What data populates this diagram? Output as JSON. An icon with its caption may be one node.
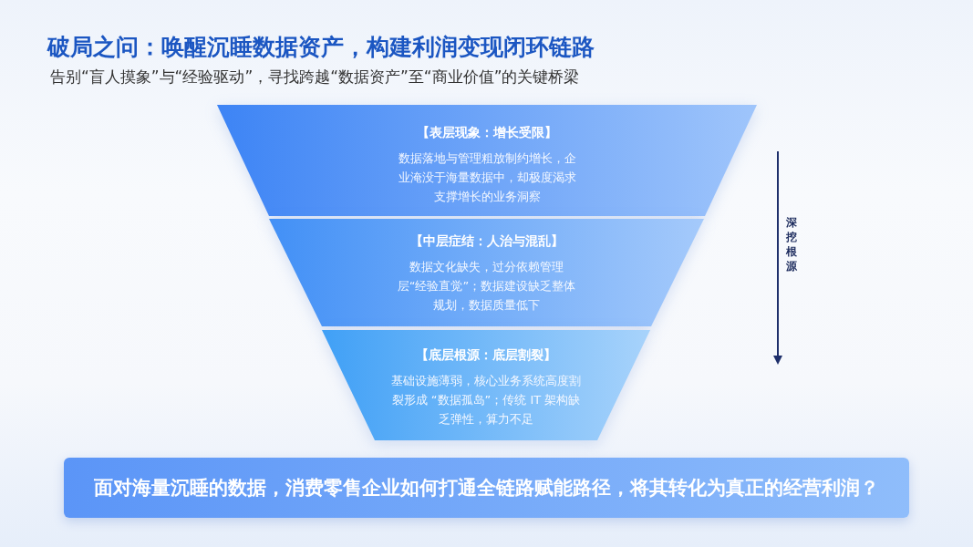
{
  "diagram": {
    "title": "破局之问：唤醒沉睡数据资产，构建利润变现闭环链路",
    "nodes": [
      {
        "text": [
          "【表层现象：增长受限】",
          "数据落地与管理粗放制约增长，企业淹没于海量数据中，却极度渴求支撑增长的业务洞察"
        ]
      },
      {
        "text": [
          "【中层症结：人治与混乱】",
          "数据文化缺失，过分依赖管理层“经验直觉”；数据建设缺乏整体规划，数据质量低下"
        ]
      },
      {
        "text": [
          "【底层根源：底层割裂】",
          "基础设施薄弱，核心业务系统高度割裂形成 “数据孤岛”；传统 IT 架构缺乏弹性，算力不足"
        ]
      },
      {
        "text": [
          "面对海量沉睡的数据，消费零售企业如何打通全链路赋能路径，将其转化为真正的经营利润？"
        ]
      }
    ],
    "labels": [
      "告别“盲人摸象”与“经验驱动”，寻找跨越“数据资产”至“商业价值”的关键桥梁",
      "深挖根源"
    ]
  }
}
